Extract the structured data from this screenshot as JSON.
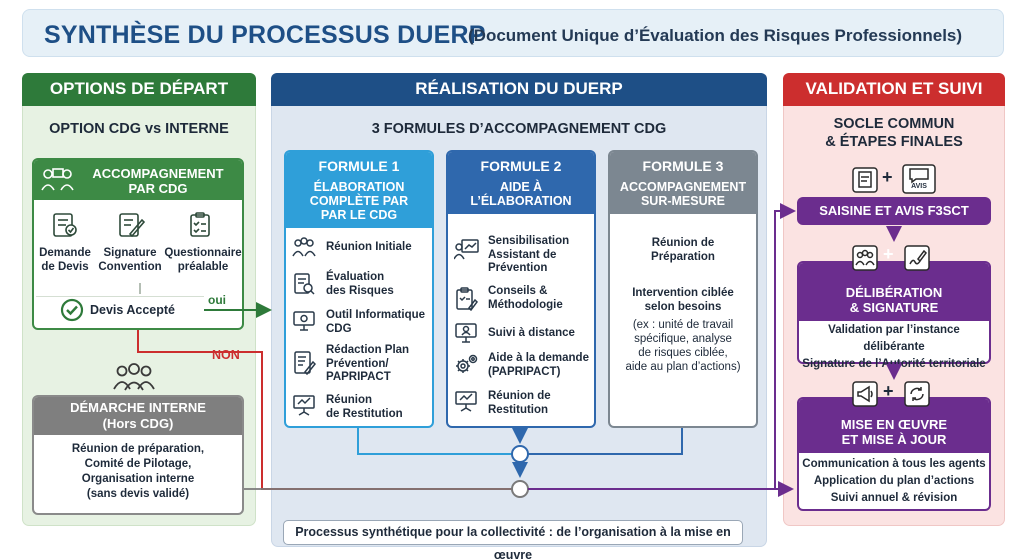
{
  "title": {
    "main": "SYNTHÈSE DU PROCESSUS DUERP",
    "sub": "(Document Unique d’Évaluation des Risques Professionnels)"
  },
  "left": {
    "header": "OPTIONS DE DÉPART",
    "subheader": "OPTION CDG vs INTERNE",
    "cdg": {
      "title_line1": "ACCOMPAGNEMENT",
      "title_line2": "PAR CDG",
      "steps": [
        {
          "line1": "Demande",
          "line2": "de Devis"
        },
        {
          "line1": "Signature",
          "line2": "Convention"
        },
        {
          "line1": "Questionnaire",
          "line2": "préalable"
        }
      ],
      "devis_accepte": "Devis Accepté",
      "oui": "oui"
    },
    "non": "NON",
    "interne": {
      "title": "DÉMARCHE INTERNE",
      "subtitle": "(Hors CDG)",
      "lines": [
        "Réunion de préparation,",
        "Comité de Pilotage,",
        "Organisation interne",
        "(sans devis validé)"
      ]
    }
  },
  "middle": {
    "header": "RÉALISATION DU DUERP",
    "subheader": "3 FORMULES D’ACCOMPAGNEMENT CDG",
    "formules": [
      {
        "title": "FORMULE 1",
        "subtitle_lines": [
          "ÉLABORATION",
          "COMPLÈTE PAR",
          "PAR LE CDG"
        ],
        "items": [
          [
            "Réunion Initiale"
          ],
          [
            "Évaluation",
            "des Risques"
          ],
          [
            "Outil Informatique",
            "CDG"
          ],
          [
            "Rédaction Plan",
            "Prévention/",
            "PAPRIPACT"
          ],
          [
            "Réunion",
            "de Restitution"
          ]
        ]
      },
      {
        "title": "FORMULE 2",
        "subtitle_lines": [
          "AIDE À",
          "L’ÉLABORATION"
        ],
        "items": [
          [
            "Sensibilisation",
            "Assistant de",
            "Prévention"
          ],
          [
            "Conseils &",
            "Méthodologie"
          ],
          [
            "Suivi à distance"
          ],
          [
            "Aide à la demande",
            "(PAPRIPACT)"
          ],
          [
            "Réunion de",
            "Restitution"
          ]
        ]
      },
      {
        "title": "FORMULE 3",
        "subtitle_lines": [
          "ACCOMPAGNEMENT",
          "SUR-MESURE"
        ],
        "text1": [
          "Réunion de",
          "Préparation"
        ],
        "text2_bold": [
          "Intervention ciblée",
          "selon besoins"
        ],
        "text3": [
          "(ex : unité de travail",
          "spécifique, analyse",
          "de risques ciblée,",
          "aide au plan d’actions)"
        ]
      }
    ],
    "footer": "Processus synthétique pour la collectivité : de l’organisation à la mise en œuvre"
  },
  "right": {
    "header": "VALIDATION ET SUIVI",
    "subheader_line1": "SOCLE COMMUN",
    "subheader_line2": "& ÉTAPES FINALES",
    "steps": [
      {
        "title_lines": [
          "SAISINE ET AVIS F3SCT"
        ],
        "icon_badge": "AVIS"
      },
      {
        "title_lines": [
          "DÉLIBÉRATION",
          "& SIGNATURE"
        ],
        "lines": [
          "Validation par l’instance délibérante",
          "Signature de l’Autorité territoriale"
        ]
      },
      {
        "title_lines": [
          "MISE EN ŒUVRE",
          "ET MISE À JOUR"
        ],
        "lines": [
          "Communication à tous les agents",
          "Application du plan d’actions",
          "Suivi annuel & révision"
        ]
      }
    ]
  },
  "colors": {
    "green": "#2e7a3a",
    "navy": "#1e4f86",
    "red": "#cc2e2e",
    "purple": "#6b2d8e",
    "light_blue": "#2f9fd9",
    "grey": "#7c8791"
  }
}
